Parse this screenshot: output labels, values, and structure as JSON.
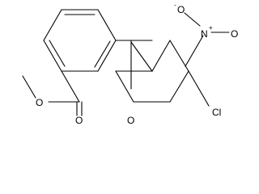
{
  "molecule": {
    "atoms": {
      "ester_O": "O",
      "carbonyl_O1": "O",
      "ketone_O": "O",
      "nitro_O": "O",
      "nitro_N": "N",
      "nitro_charge_pos": "+",
      "nitro_charge_neg": "-",
      "chlorine": "Cl"
    }
  }
}
